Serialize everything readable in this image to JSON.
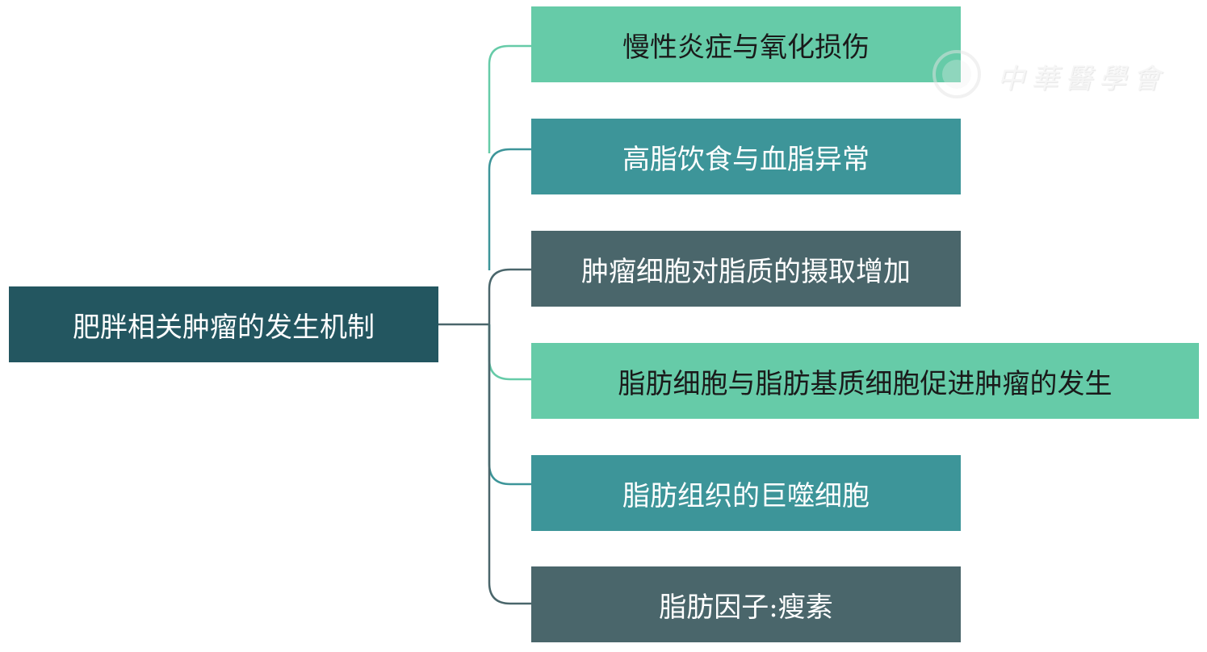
{
  "root": {
    "label": "肥胖相关肿瘤的发生机制",
    "color": "#235660"
  },
  "children": [
    {
      "label": "慢性炎症与氧化损伤",
      "color": "#66cba8",
      "text_color": "#1a1a1a"
    },
    {
      "label": "高脂饮食与血脂异常",
      "color": "#3d9599",
      "text_color": "#ffffff"
    },
    {
      "label": "肿瘤细胞对脂质的摄取增加",
      "color": "#4a666b",
      "text_color": "#ffffff"
    },
    {
      "label": "脂肪细胞与脂肪基质细胞促进肿瘤的发生",
      "color": "#66cba8",
      "text_color": "#1a1a1a"
    },
    {
      "label": "脂肪组织的巨噬细胞",
      "color": "#3d9599",
      "text_color": "#ffffff"
    },
    {
      "label": "脂肪因子:瘦素",
      "color": "#4a666b",
      "text_color": "#ffffff"
    }
  ],
  "watermark": {
    "text": "中華醫學會"
  }
}
